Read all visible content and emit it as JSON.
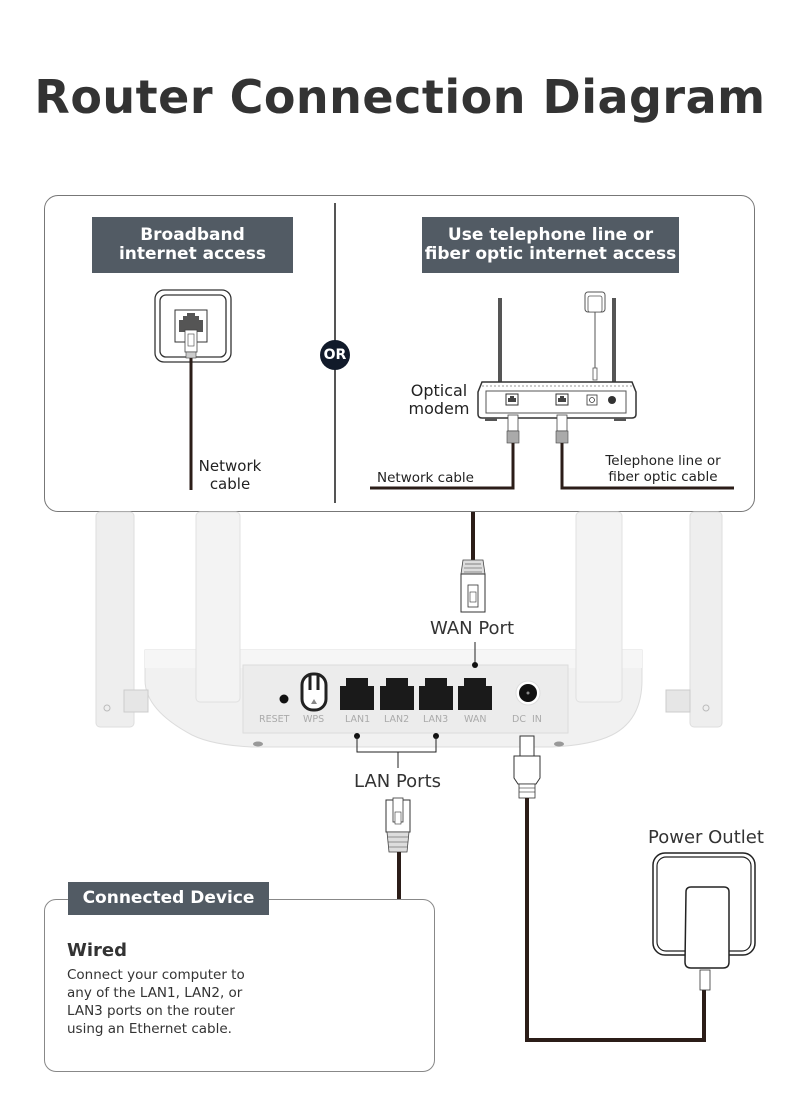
{
  "title": "Router Connection Diagram",
  "top_panel": {
    "left_option": {
      "header": "Broadband internet access",
      "cable_label_line1": "Network",
      "cable_label_line2": "cable",
      "icon": "wall-ethernet-jack"
    },
    "separator": "OR",
    "right_option": {
      "header_line1": "Use telephone line or",
      "header_line2": "fiber optic internet access",
      "modem_label_line1": "Optical",
      "modem_label_line2": "modem",
      "network_cable_label": "Network cable",
      "telephone_label_line1": "Telephone line or",
      "telephone_label_line2": "fiber optic cable",
      "icon": "optical-modem"
    }
  },
  "router": {
    "wan_port_label": "WAN Port",
    "lan_ports_label": "LAN Ports",
    "ports": [
      "RESET",
      "WPS",
      "LAN1",
      "LAN2",
      "LAN3",
      "WAN",
      "DC  IN"
    ]
  },
  "power": {
    "label": "Power Outlet",
    "icon": "power-adapter"
  },
  "connected_device": {
    "header": "Connected Device",
    "subtitle": "Wired",
    "description": "Connect your computer to any of the LAN1, LAN2, or LAN3 ports on the router using an Ethernet cable.",
    "icon": "desktop-computer"
  },
  "colors": {
    "header_bg": "#525b64",
    "cable": "#2b1d18",
    "or_badge": "#111a2a",
    "title": "#333333",
    "device_icon": "#7b7b7b"
  }
}
